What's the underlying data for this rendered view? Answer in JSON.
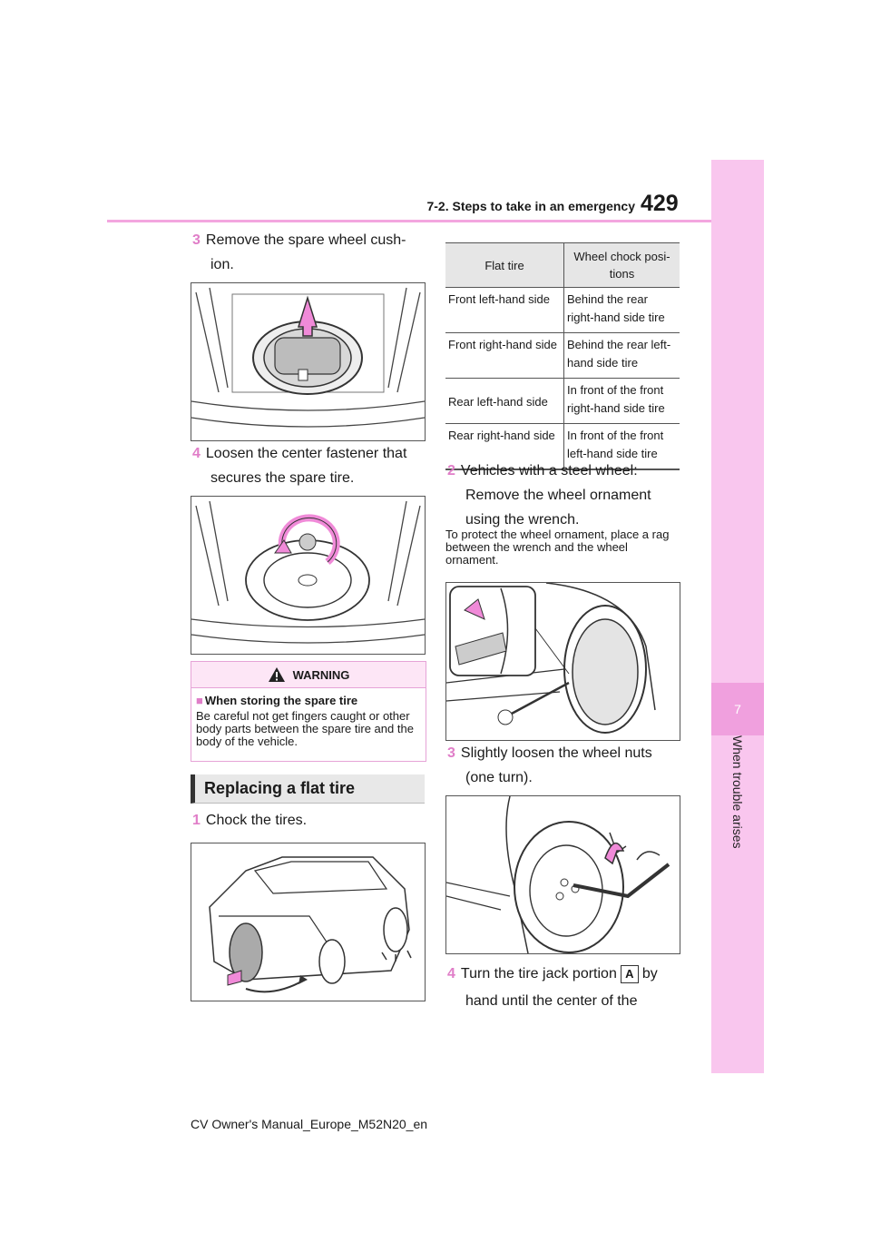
{
  "header": {
    "section_title": "7-2. Steps to take in an emergency",
    "page_number": "429"
  },
  "sidebar": {
    "chapter_number": "7",
    "chapter_label": "When trouble arises"
  },
  "left_column": {
    "step3": {
      "num": "3",
      "text_line1": "Remove the spare wheel cush-",
      "text_line2": "ion."
    },
    "step4": {
      "num": "4",
      "text_line1": "Loosen the center fastener that",
      "text_line2": "secures the spare tire."
    },
    "warning": {
      "title": "WARNING",
      "subtitle": "When storing the spare tire",
      "body": "Be careful not get fingers caught or other body parts between the spare tire and the body of the vehicle."
    },
    "section_heading": "Replacing a flat tire",
    "step1": {
      "num": "1",
      "text": "Chock the tires."
    }
  },
  "right_column": {
    "table": {
      "headers": [
        "Flat tire",
        "Wheel chock posi-tions"
      ],
      "rows": [
        [
          "Front left-hand side",
          "Behind the rear right-hand side tire"
        ],
        [
          "Front right-hand side",
          "Behind the rear left-hand side tire"
        ],
        [
          "Rear left-hand side",
          "In front of the front right-hand side tire"
        ],
        [
          "Rear right-hand side",
          "In front of the front left-hand side tire"
        ]
      ]
    },
    "step2": {
      "num": "2",
      "line1": "Vehicles with a steel wheel:",
      "line2": "Remove the wheel ornament",
      "line3": "using the wrench."
    },
    "note": "To protect the wheel ornament, place a rag between the wrench and the wheel ornament.",
    "step3": {
      "num": "3",
      "line1": "Slightly loosen the wheel nuts",
      "line2": "(one turn)."
    },
    "step4": {
      "num": "4",
      "pre": "Turn the tire jack portion",
      "label": "A",
      "post": "by",
      "line2": "hand until the center of the"
    }
  },
  "footer": {
    "manual_id": "CV Owner's Manual_Europe_M52N20_en"
  },
  "colors": {
    "accent_pink": "#f3a6df",
    "sidebar_pink": "#f9c6ee",
    "arrow_pink": "#f08ad8"
  }
}
